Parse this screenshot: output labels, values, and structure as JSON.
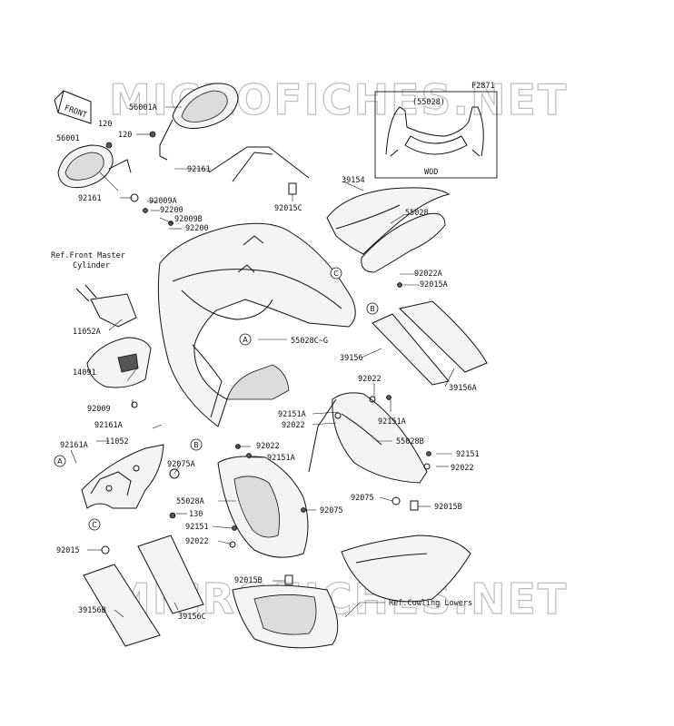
{
  "watermark": "MICROFICHES.NET",
  "diagram_code": "F2871",
  "inset": {
    "part_ref": "(55028)",
    "variant": "WOD"
  },
  "front_marker": "FRONT",
  "references": {
    "front_master_cylinder_1": "Ref.Front Master",
    "front_master_cylinder_2": "Cylinder",
    "cowling_lowers": "Ref.Cowling Lowers"
  },
  "callouts": [
    "A",
    "B",
    "C"
  ],
  "labels": {
    "p56001A": "56001A",
    "p120a": "120",
    "p120b": "120",
    "p56001": "56001",
    "p92161a": "92161",
    "p92161b": "92161",
    "p92009A": "92009A",
    "p92200a": "92200",
    "p92009B": "92009B",
    "p92200b": "92200",
    "p92015C": "92015C",
    "p39154": "39154",
    "p55028": "55028",
    "p92022A": "92022A",
    "p92015A": "92015A",
    "p11052A": "11052A",
    "p55028CG": "55028C~G",
    "p39156": "39156",
    "p39156A": "39156A",
    "p14091": "14091",
    "p92009": "92009",
    "p92022a": "92022",
    "p92151Aa": "92151A",
    "p92022b": "92022",
    "p92151Ab": "92151A",
    "p92161A": "92161A",
    "p11052": "11052",
    "p92161Ab": "92161A",
    "p92022c": "92022",
    "p92151Ac": "92151A",
    "p55028B": "55028B",
    "p92151": "92151",
    "p92022d": "92022",
    "p92075A": "92075A",
    "p55028A": "55028A",
    "p130": "130",
    "p92075a": "92075",
    "p92075b": "92075",
    "p92015B": "92015B",
    "p92151b": "92151",
    "p92022e": "92022",
    "p92015": "92015",
    "p92015Bb": "92015B",
    "p39156B": "39156B",
    "p39156C": "39156C"
  }
}
